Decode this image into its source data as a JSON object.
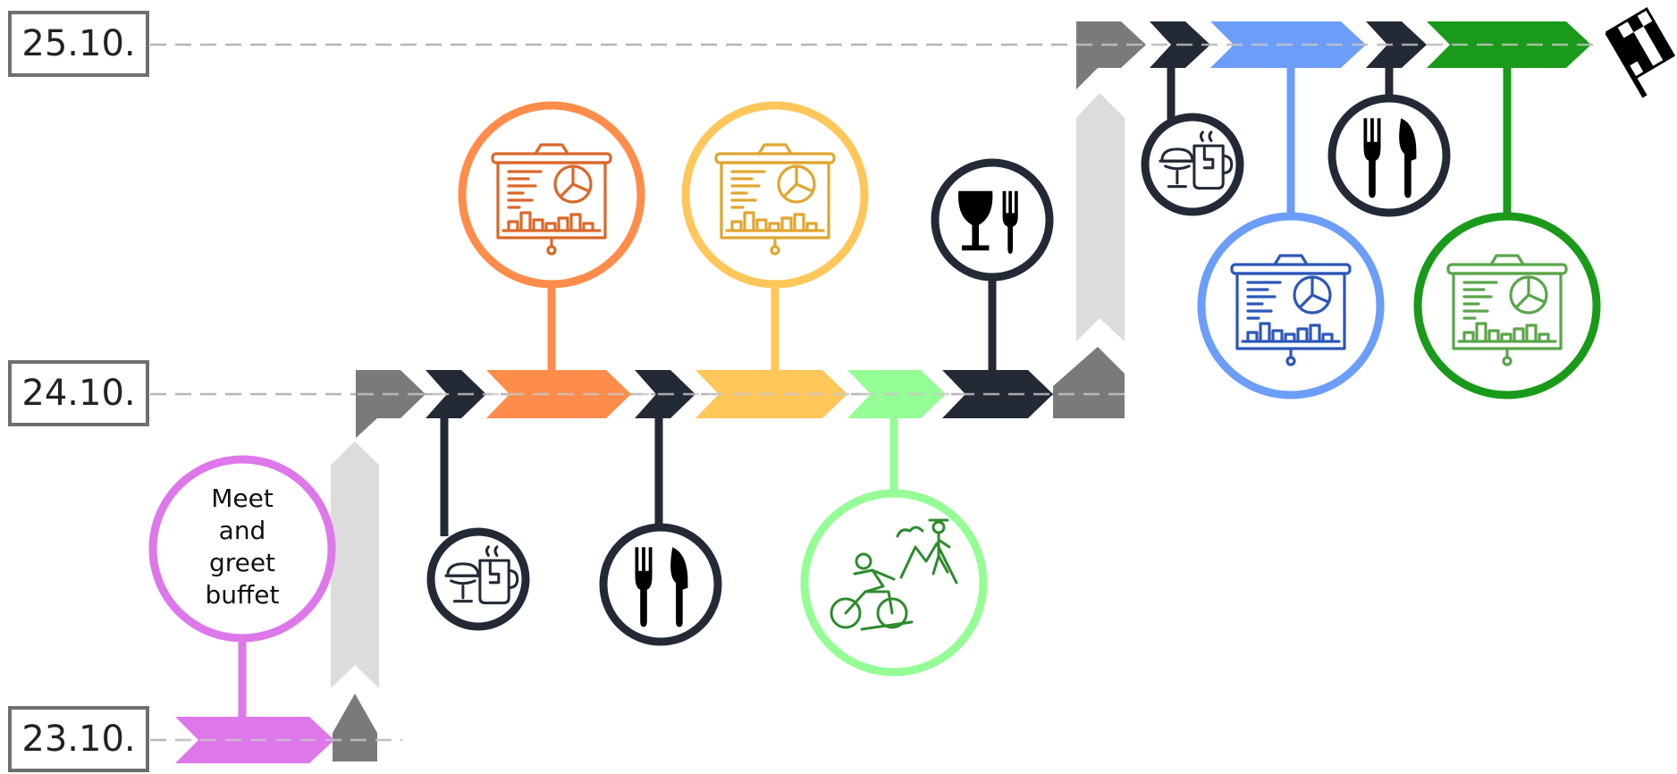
{
  "dates": {
    "day1": "23.10.",
    "day2": "24.10.",
    "day3": "25.10."
  },
  "events": {
    "meet_greet": "Meet\nand\ngreet\nbuffet"
  },
  "colors": {
    "dark": "#232a36",
    "gray": "#7a7a7a",
    "light_gray": "#dcdcdc",
    "pink": "#dd77ea",
    "orange": "#ff8c4a",
    "yellow": "#ffc65a",
    "light_green": "#95fd95",
    "blue": "#6c9df8",
    "green": "#1a9a1a"
  },
  "icons": [
    "presentation-icon",
    "coffee-cake-icon",
    "fork-knife-icon",
    "wine-fork-icon",
    "hiking-biking-icon",
    "finish-flag-icon"
  ]
}
